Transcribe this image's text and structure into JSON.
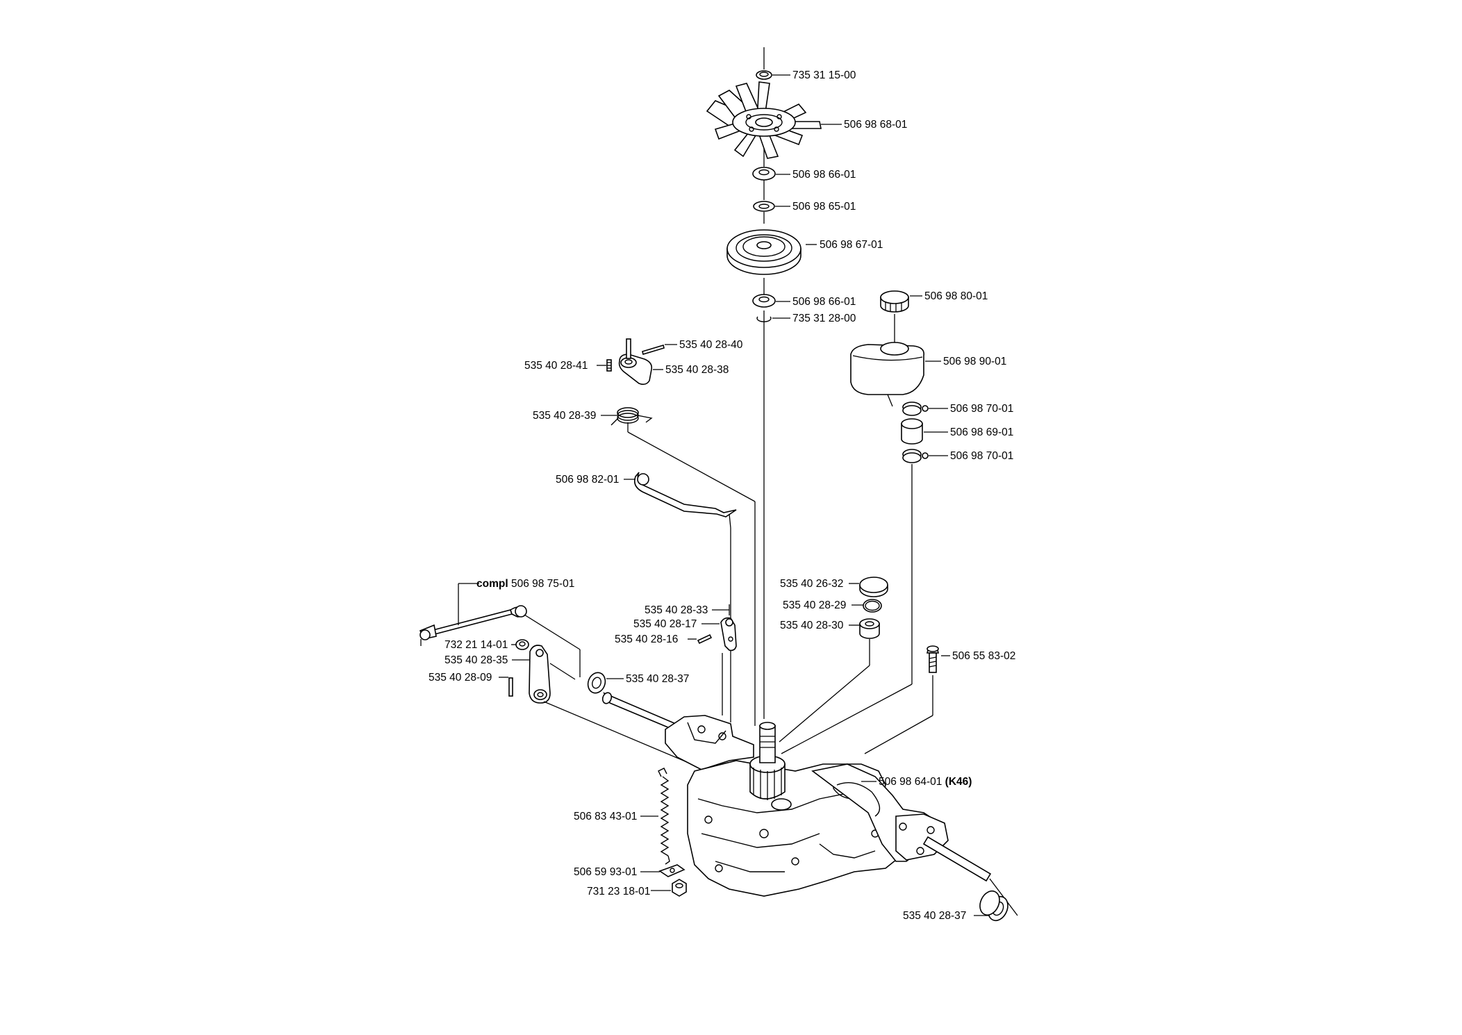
{
  "labels": {
    "l01": "735 31 15-00",
    "l02": "506 98 68-01",
    "l03": "506 98 66-01",
    "l04": "506 98 65-01",
    "l05": "506 98 67-01",
    "l06": "506 98 66-01",
    "l07": "735 31 28-00",
    "l08": "506 98 80-01",
    "l09": "535 40 28-40",
    "l10": "535 40 28-41",
    "l11": "535 40 28-38",
    "l12": "506 98 90-01",
    "l13": "535 40 28-39",
    "l14": "506 98 70-01",
    "l15": "506 98 69-01",
    "l16": "506 98 70-01",
    "l17": "506 98 82-01",
    "l18_prefix": "compl",
    "l18": "506 98 75-01",
    "l19": "535 40 26-32",
    "l20": "535 40 28-29",
    "l21": "535 40 28-33",
    "l22": "535 40 28-17",
    "l23": "535 40 28-30",
    "l24": "535 40 28-16",
    "l25": "732 21 14-01",
    "l26": "506 55 83-02",
    "l27": "535 40 28-35",
    "l28": "535 40 28-37",
    "l29": "535 40 28-09",
    "l30": "506 98 64-01",
    "l30_suffix": "(K46)",
    "l31": "506 83 43-01",
    "l32": "506 59 93-01",
    "l33": "731 23 18-01",
    "l34": "535 40 28-37"
  }
}
